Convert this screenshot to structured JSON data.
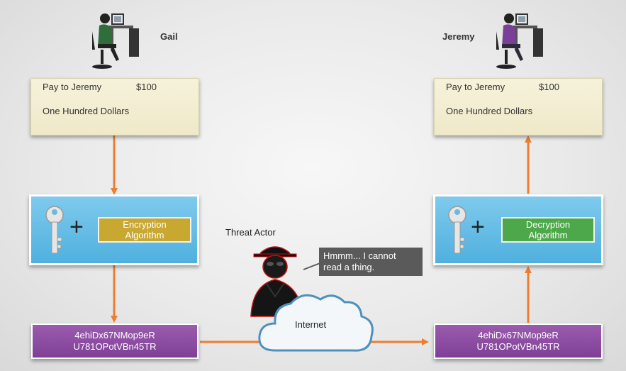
{
  "sender": {
    "name": "Gail"
  },
  "receiver": {
    "name": "Jeremy"
  },
  "sender_note": {
    "line1_left": "Pay to Jeremy",
    "line1_right": "$100",
    "line2": "One Hundred Dollars"
  },
  "receiver_note": {
    "line1_left": "Pay to Jeremy",
    "line1_right": "$100",
    "line2": "One Hundred Dollars"
  },
  "encryption": {
    "line1": "Encryption",
    "line2": "Algorithm",
    "color": "#c9a832"
  },
  "decryption": {
    "line1": "Decryption",
    "line2": "Algorithm",
    "color": "#4da84a"
  },
  "ciphertext_sender": {
    "line1": "4ehiDx67NMop9eR",
    "line2": "U781OPotVBn45TR"
  },
  "ciphertext_receiver": {
    "line1": "4ehiDx67NMop9eR",
    "line2": "U781OPotVBn45TR"
  },
  "threat_actor": {
    "label": "Threat Actor",
    "speech_line1": "Hmmm... I cannot",
    "speech_line2": "read a thing."
  },
  "network": {
    "label": "Internet"
  },
  "colors": {
    "arrow": "#ef7d2f",
    "panel": "#5bb8e4",
    "cipher": "#8a4aa0"
  },
  "icons": [
    "person-at-computer-icon",
    "key-icon",
    "plus-icon",
    "spy-icon",
    "cloud-icon"
  ]
}
